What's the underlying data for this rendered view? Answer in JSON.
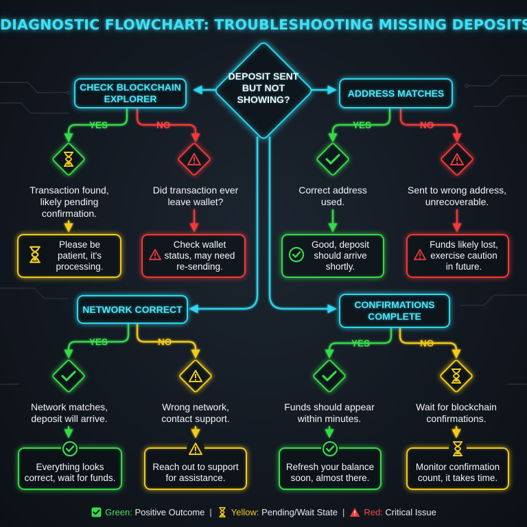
{
  "title": "DIAGNOSTIC FLOWCHART: TROUBLESHOOTING MISSING DEPOSITS",
  "start": "DEPOSIT SENT BUT NOT SHOWING?",
  "colors": {
    "cyan": "#2fd8ee",
    "green": "#39d94a",
    "yellow": "#f2cc1b",
    "red": "#f03a3a"
  },
  "branches": {
    "explorer": {
      "title": "CHECK BLOCKCHAIN EXPLORER",
      "yes_label": "YES",
      "no_label": "NO",
      "yes_icon": "hourglass-icon",
      "no_icon": "warning-icon",
      "yes_desc": "Transaction found, likely pending confirmation.",
      "no_desc": "Did transaction ever leave wallet?",
      "yes_result": "Please be patient, it's processing.",
      "no_result": "Check wallet status, may need re-sending."
    },
    "address": {
      "title": "ADDRESS MATCHES",
      "yes_label": "YES",
      "no_label": "NO",
      "yes_icon": "check-icon",
      "no_icon": "warning-icon",
      "yes_desc": "Correct address used.",
      "no_desc": "Sent to wrong address, unrecoverable.",
      "yes_result": "Good, deposit should arrive shortly.",
      "no_result": "Funds likely lost, exercise caution in future."
    },
    "network": {
      "title": "NETWORK CORRECT",
      "yes_label": "YES",
      "no_label": "NO",
      "yes_icon": "check-icon",
      "no_icon": "warning-icon",
      "yes_desc": "Network matches, deposit will arrive.",
      "no_desc": "Wrong network, contact support.",
      "yes_result": "Everything looks correct, wait for funds.",
      "no_result": "Reach out to support for assistance."
    },
    "confirmations": {
      "title": "CONFIRMATIONS COMPLETE",
      "yes_label": "YES",
      "no_label": "NO",
      "yes_icon": "check-icon",
      "no_icon": "hourglass-icon",
      "yes_desc": "Funds should appear within minutes.",
      "no_desc": "Wait for blockchain confirmations.",
      "yes_result": "Refresh your balance soon, almost there.",
      "no_result": "Monitor confirmation count, it takes time."
    }
  },
  "legend": [
    {
      "name": "Green:",
      "text": "Positive Outcome",
      "icon": "check-square-icon"
    },
    {
      "name": "Yellow:",
      "text": "Pending/Wait State",
      "icon": "hourglass-icon"
    },
    {
      "name": "Red:",
      "text": "Critical Issue",
      "icon": "warning-icon"
    }
  ],
  "legend_separator": "|"
}
